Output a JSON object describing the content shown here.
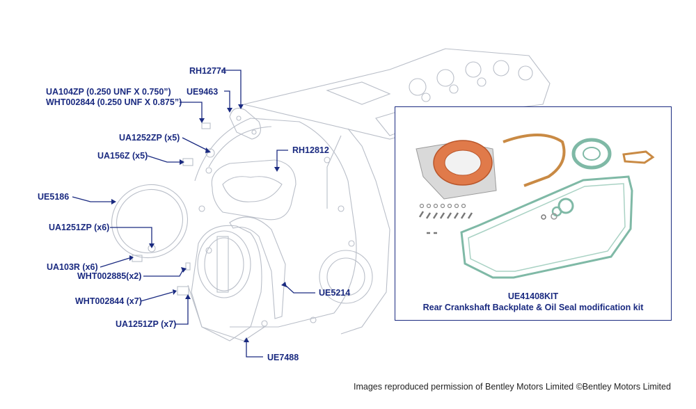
{
  "labels": {
    "rh12774": "RH12774",
    "ue9463": "UE9463",
    "ua104zp": "UA104ZP (0.250 UNF X 0.750”)",
    "wht002844_a": "WHT002844 (0.250 UNF X 0.875”)",
    "ua1252zp": "UA1252ZP (x5)",
    "ua156z": "UA156Z (x5)",
    "rh12812": "RH12812",
    "ue5186": "UE5186",
    "ua1251zp_x6": "UA1251ZP (x6)",
    "ua103r": "UA103R (x6)",
    "wht002885": "WHT002885(x2)",
    "wht002844_x7": "WHT002844 (x7)",
    "ua1251zp_x7": "UA1251ZP (x7)",
    "ue5214": "UE5214",
    "ue7488": "UE7488"
  },
  "kit": {
    "code": "UE41408KIT",
    "description": "Rear Crankshaft Backplate & Oil Seal modification kit"
  },
  "credit": "Images reproduced permission of Bentley Motors Limited ©Bentley Motors Limited",
  "colors": {
    "label": "#1a2a80",
    "line_art": "#b9bec8",
    "seal_orange": "#e07a4a",
    "gasket_brown": "#c98a44",
    "gasket_green": "#7fb9a6"
  }
}
